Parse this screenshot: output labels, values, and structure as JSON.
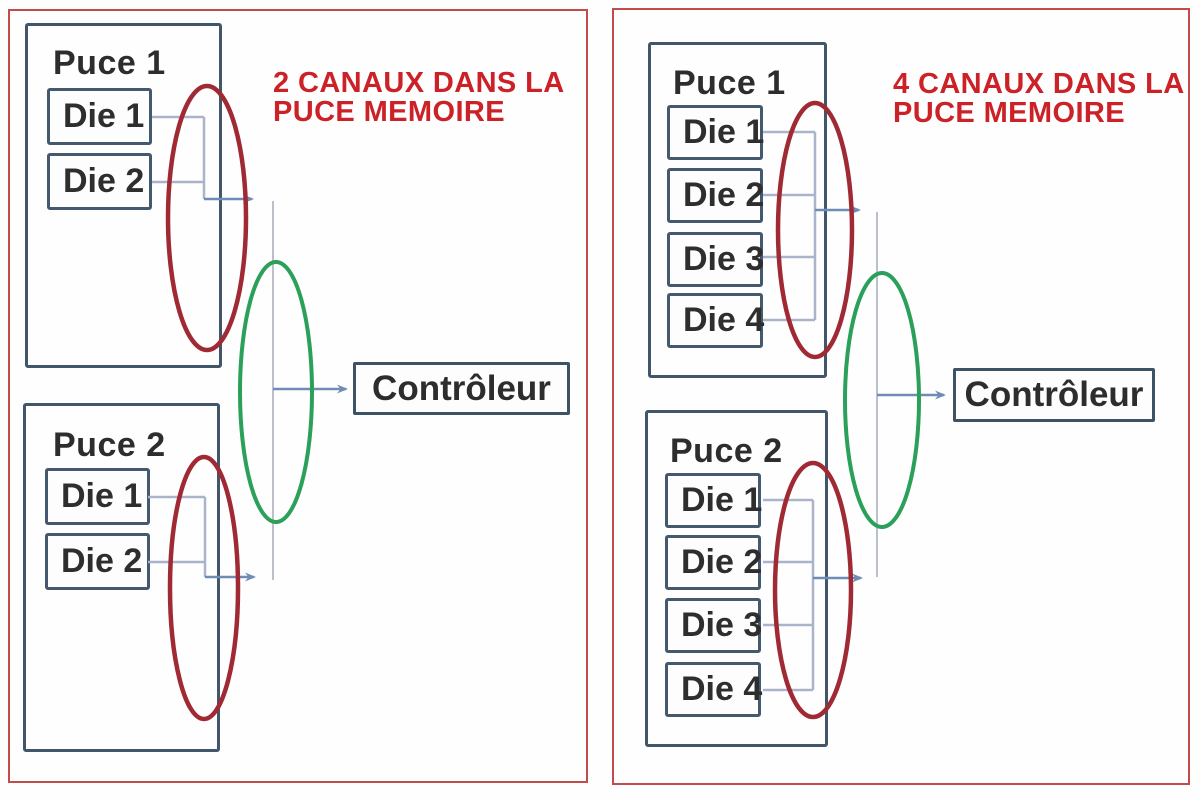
{
  "panels": [
    {
      "heading_line1": "2 CANAUX DANS LA",
      "heading_line2": "PUCE MEMOIRE",
      "chips": [
        {
          "label": "Puce 1",
          "dies": [
            "Die 1",
            "Die 2"
          ]
        },
        {
          "label": "Puce 2",
          "dies": [
            "Die 1",
            "Die 2"
          ]
        }
      ],
      "controller_label": "Contrôleur"
    },
    {
      "heading_line1": "4 CANAUX DANS LA",
      "heading_line2": "PUCE MEMOIRE",
      "chips": [
        {
          "label": "Puce 1",
          "dies": [
            "Die 1",
            "Die 2",
            "Die 3",
            "Die 4"
          ]
        },
        {
          "label": "Puce 2",
          "dies": [
            "Die 1",
            "Die 2",
            "Die 3",
            "Die 4"
          ]
        }
      ],
      "controller_label": "Contrôleur"
    }
  ],
  "colors": {
    "panel_border": "#c24b4b",
    "heading_text": "#cb2127",
    "red_highlight_ellipse": "#a02a34",
    "green_highlight_ellipse": "#2aa05a",
    "box_border": "#41566b",
    "connector_line": "#a9b3ca",
    "arrow": "#6e8cb5",
    "label_text": "#2d2d2d"
  }
}
